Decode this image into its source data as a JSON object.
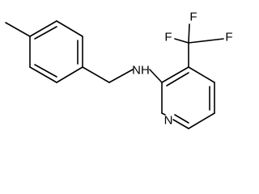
{
  "molecule": {
    "atom_labels": {
      "amine": "NH",
      "pyridine_n": "N",
      "fluorine_1": "F",
      "fluorine_2": "F",
      "fluorine_3": "F"
    },
    "colors": {
      "bond": "#000000",
      "text": "#000000",
      "background": "#ffffff"
    }
  }
}
